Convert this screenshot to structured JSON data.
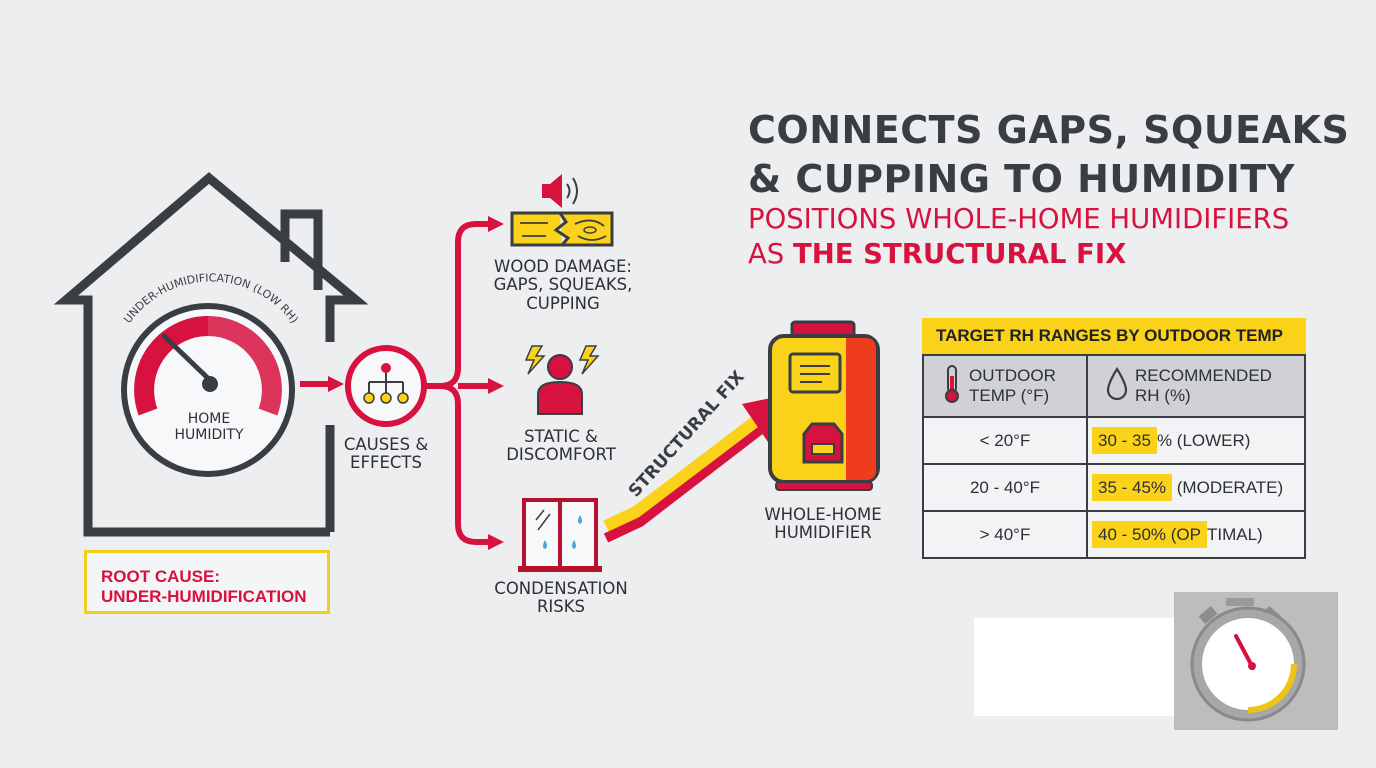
{
  "headline": {
    "line1": "CONNECTS GAPS, SQUEAKS",
    "line2": "& CUPPING TO HUMIDITY"
  },
  "subheadline": {
    "line1": "POSITIONS WHOLE-HOME HUMIDIFIERS",
    "line2_prefix": "AS ",
    "line2_emphasis": "THE STRUCTURAL FIX"
  },
  "house": {
    "gauge_arc_label": "UNDER-HUMIDIFICATION (LOW RH)",
    "gauge_label_line1": "HOME",
    "gauge_label_line2": "HUMIDITY"
  },
  "root_cause": {
    "line1": "ROOT CAUSE:",
    "line2": "UNDER-HUMIDIFICATION"
  },
  "causes": {
    "line1": "CAUSES &",
    "line2": "EFFECTS"
  },
  "effects": [
    {
      "line1": "WOOD DAMAGE:",
      "line2": "GAPS, SQUEAKS,",
      "line3": "CUPPING"
    },
    {
      "line1": "STATIC &",
      "line2": "DISCOMFORT"
    },
    {
      "line1": "CONDENSATION",
      "line2": "RISKS"
    }
  ],
  "structural_fix_label": "STRUCTURAL FIX",
  "humidifier": {
    "line1": "WHOLE-HOME",
    "line2": "HUMIDIFIER"
  },
  "table": {
    "title": "TARGET RH RANGES BY OUTDOOR TEMP",
    "col1_line1": "OUTDOOR",
    "col1_line2": "TEMP (°F)",
    "col2_line1": "RECOMMENDED",
    "col2_line2": "RH (%)",
    "rows": [
      {
        "temp": "< 20°F",
        "rh_highlight": "30 - 35",
        "rh_rest": "% (LOWER)"
      },
      {
        "temp": "20 - 40°F",
        "rh_highlight": "35 - 45%",
        "rh_rest": " (MODERATE)"
      },
      {
        "temp": "> 40°F",
        "rh_highlight": "40 - 50% (OP",
        "rh_rest": "TIMAL)"
      }
    ]
  },
  "colors": {
    "accent_red": "#d7123f",
    "accent_yellow": "#fbd21a",
    "dark_gray": "#3a3d42",
    "background": "#eceef0"
  },
  "icons": [
    "house-icon",
    "gauge-icon",
    "hierarchy-icon",
    "speaker-icon",
    "cracked-wood-icon",
    "stressed-person-icon",
    "lightning-icon",
    "window-condensation-icon",
    "humidifier-icon",
    "thermometer-icon",
    "water-drop-icon",
    "stopwatch-icon"
  ]
}
